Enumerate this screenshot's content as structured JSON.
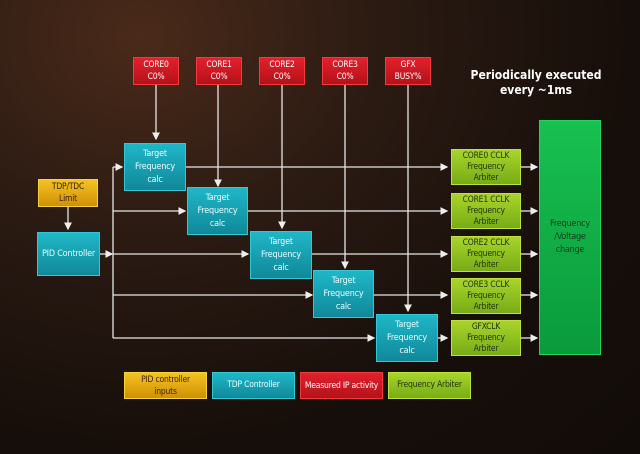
{
  "title": "Periodically executed\nevery ~1ms",
  "inputs": [
    {
      "label": "CORE0\nC0%"
    },
    {
      "label": "CORE1\nC0%"
    },
    {
      "label": "CORE2\nC0%"
    },
    {
      "label": "CORE3\nC0%"
    },
    {
      "label": "GFX\nBUSY%"
    }
  ],
  "limit": {
    "label": "TDP/TDC\nLimit"
  },
  "pid": {
    "label": "PID Controller"
  },
  "calc_label": "Target\nFrequency\ncalc",
  "arbiters": [
    {
      "label": "CORE0 CCLK\nFrequency\nArbiter"
    },
    {
      "label": "CORE1 CCLK\nFrequency\nArbiter"
    },
    {
      "label": "CORE2 CCLK\nFrequency\nArbiter"
    },
    {
      "label": "CORE3 CCLK\nFrequency\nArbiter"
    },
    {
      "label": "GFXCLK\nFrequency\nArbiter"
    }
  ],
  "output": {
    "label": "Frequency\n/Voltage\nchange"
  },
  "legend": [
    {
      "label": "PID controller\ninputs",
      "color": "#f0b818"
    },
    {
      "label": "TDP Controller",
      "color": "#18aabb"
    },
    {
      "label": "Measured IP activity",
      "color": "#d8161e"
    },
    {
      "label": "Frequency Arbiter",
      "color": "#94c422"
    }
  ],
  "colors": {
    "red": "#d8161e",
    "teal": "#18aabb",
    "yellow": "#f0b818",
    "lime": "#94c422",
    "green": "#12b046",
    "line": "#e8e8e8"
  }
}
